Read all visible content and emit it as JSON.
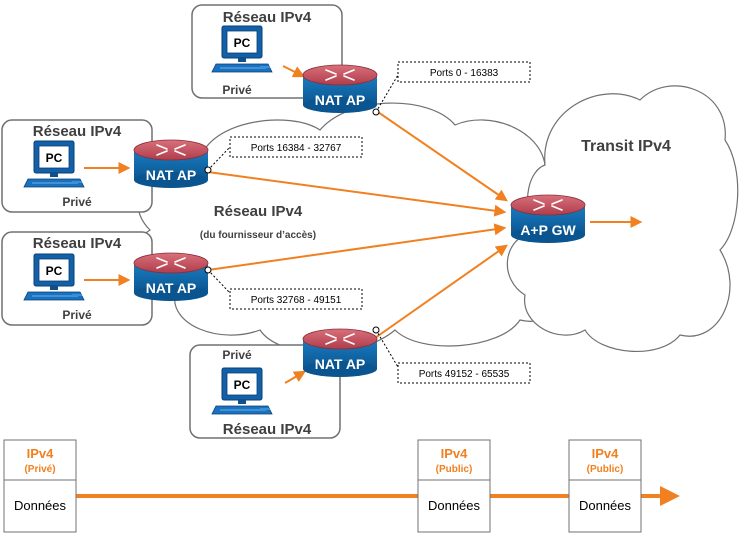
{
  "diagram": {
    "networks": [
      {
        "id": "top",
        "title": "Réseau IPv4",
        "private_label": "Privé",
        "pc_label": "PC"
      },
      {
        "id": "left1",
        "title": "Réseau IPv4",
        "private_label": "Privé",
        "pc_label": "PC"
      },
      {
        "id": "left2",
        "title": "Réseau IPv4",
        "private_label": "Privé",
        "pc_label": "PC"
      },
      {
        "id": "bottom",
        "title": "Réseau IPv4",
        "private_label": "Privé",
        "pc_label": "PC"
      }
    ],
    "routers": {
      "nat_top": "NAT AP",
      "nat_left1": "NAT AP",
      "nat_left2": "NAT AP",
      "nat_bottom": "NAT AP",
      "gateway": "A+P GW"
    },
    "ports": {
      "top": "Ports 0 - 16383",
      "left1": "Ports 16384 - 32767",
      "left2": "Ports 32768 - 49151",
      "bottom": "Ports 49152 - 65535"
    },
    "isp_network": {
      "title": "Réseau IPv4",
      "subtitle": "(du fournisseur d’accès)"
    },
    "transit": "Transit IPv4",
    "packets": [
      {
        "header": "IPv4",
        "scope": "(Privé)",
        "payload": "Données"
      },
      {
        "header": "IPv4",
        "scope": "(Public)",
        "payload": "Données"
      },
      {
        "header": "IPv4",
        "scope": "(Public)",
        "payload": "Données"
      }
    ],
    "colors": {
      "arrow": "#f08020",
      "router_top": "#c4505e",
      "router_body": "#0e6aa6",
      "pc_blue": "#1260a8",
      "border": "#707070"
    }
  }
}
